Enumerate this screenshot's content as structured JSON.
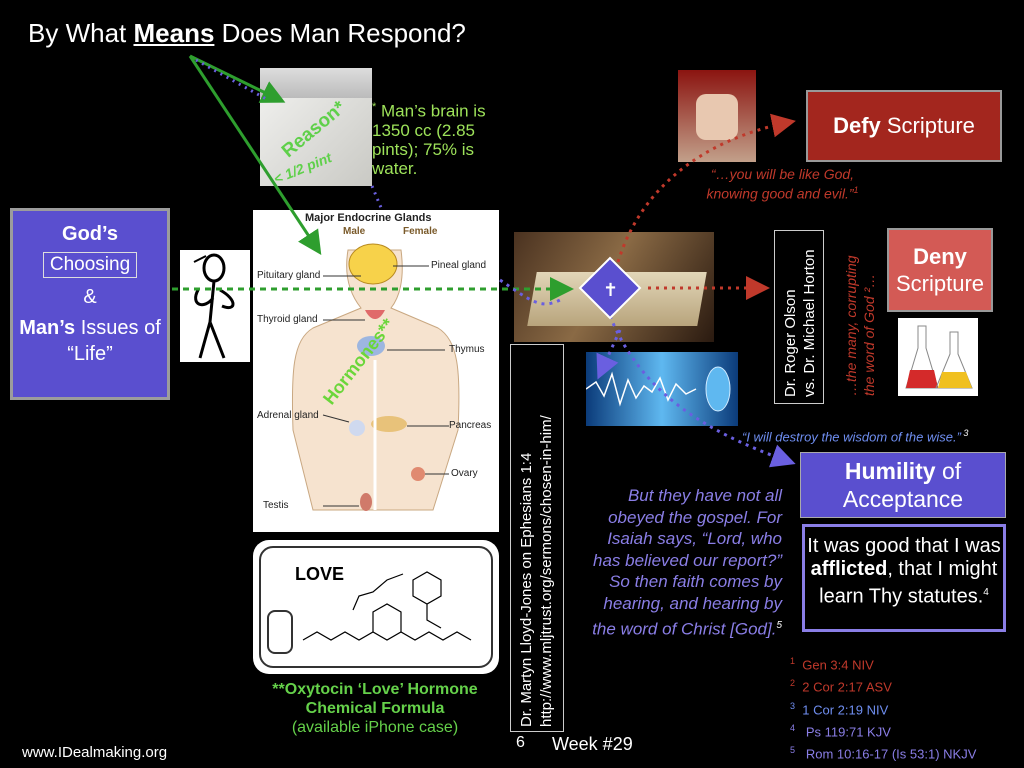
{
  "title": {
    "pre": "By What ",
    "bold": "Means",
    "post": " Does Man Respond?"
  },
  "reason": {
    "label": "Reason*",
    "half_pint": "< 1/2 pint"
  },
  "brain_note": {
    "asterisk": "*",
    "text": "Man’s brain is 1350 cc (2.85 pints); 75% is water."
  },
  "gods_box": {
    "line1": "God’s",
    "choosing": "Choosing",
    "amp": "&",
    "mans_bold": "Man’s",
    "issues": " Issues of “Life”"
  },
  "glands": {
    "title": "Major Endocrine Glands",
    "male": "Male",
    "female": "Female",
    "labels": [
      "Pituitary gland",
      "Thyroid gland",
      "Adrenal gland",
      "Testis",
      "Pineal gland",
      "Thymus",
      "Pancreas",
      "Ovary"
    ],
    "hormones": "Hormones**"
  },
  "love_case": {
    "word": "LOVE"
  },
  "oxytocin": {
    "line1": "**Oxytocin ‘Love’ Hormone",
    "line2": "Chemical Formula",
    "line3": "(available iPhone case)"
  },
  "lloyd_jones": {
    "line1": "Dr. Martyn Lloyd-Jones on Ephesians 1:4",
    "line2": "http://www.mljtrust.org/sermons/chosen-in-him/"
  },
  "defy": {
    "bold": "Defy",
    "rest": " Scripture"
  },
  "deny": {
    "bold": "Deny",
    "rest": "Scripture"
  },
  "quote_gen": {
    "text": "“…you will  be like God, knowing good and evil.”",
    "sup": "1"
  },
  "olson": {
    "line1": "Dr. Roger Olson",
    "line2": "vs. Dr. Michael Horton"
  },
  "corrupting": {
    "line1": "…the many,   corrupting",
    "line2": "the word of    God ²…"
  },
  "quote_cor": {
    "text": "“I will destroy the wisdom of the wise.”",
    "sup": " 3"
  },
  "humility": {
    "bold": "Humility",
    "rest": " of Acceptance"
  },
  "afflicted": {
    "pre": "It was good that I was ",
    "bold": "afflicted",
    "post": ", that I might learn Thy statutes.",
    "sup": "4"
  },
  "isaiah": {
    "text": "But they have not all obeyed the gospel. For Isaiah says, “Lord, who has believed our report?” So then faith comes by hearing, and hearing by the word of Christ [God].",
    "sup": "5"
  },
  "references": [
    {
      "num": "1",
      "text": "Gen 3:4 NIV",
      "color": "#c0392b"
    },
    {
      "num": "2",
      "text": "2 Cor 2:17 ASV",
      "color": "#c0392b"
    },
    {
      "num": "3",
      "text": "1 Cor 2:19 NIV",
      "color": "#6f8ef0"
    },
    {
      "num": "4",
      "text": " Ps 119:71 KJV",
      "color": "#8a7ee6"
    },
    {
      "num": "5",
      "text": " Rom 10:16-17 (Is 53:1) NKJV",
      "color": "#8a7ee6"
    }
  ],
  "footer": {
    "site": "www.IDealmaking.org",
    "page": "6",
    "week": "Week #29"
  },
  "colors": {
    "purple": "#5a4fcf",
    "green": "#2e9e2e",
    "red": "#c0392b",
    "blue_dots": "#6a5fe0"
  }
}
